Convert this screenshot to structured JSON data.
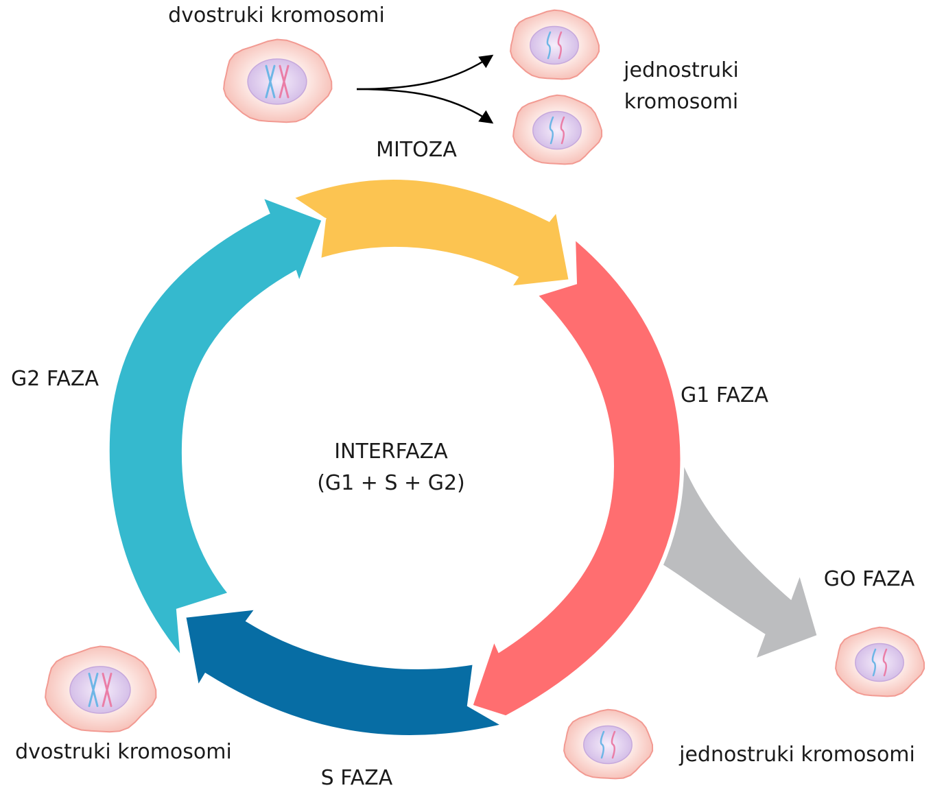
{
  "labels": {
    "top_left_cell": "dvostruki kromosomi",
    "top_right_cells_line1": "jednostruki",
    "top_right_cells_line2": "kromosomi",
    "mitosis": "MITOZA",
    "g2": "G2 FAZA",
    "g1": "G1 FAZA",
    "g0": "GO FAZA",
    "s": "S FAZA",
    "center_line1": "INTERFAZA",
    "center_line2": "(G1 + S + G2)",
    "bottom_left_cell": "dvostruki kromosomi",
    "bottom_right_cell": "jednostruki kromosomi"
  },
  "colors": {
    "mitosis": "#fcc451",
    "g1": "#ff6e70",
    "s": "#076da4",
    "g2": "#35b9ce",
    "g0": "#bcbdbf",
    "cell_outer": "#fbd9d4",
    "cell_border": "#f29a92",
    "nucleus": "#e2d4ef",
    "nucleus_border": "#c6a8dc",
    "chrom_blue": "#6db6e6",
    "chrom_pink": "#ea7ea7"
  }
}
